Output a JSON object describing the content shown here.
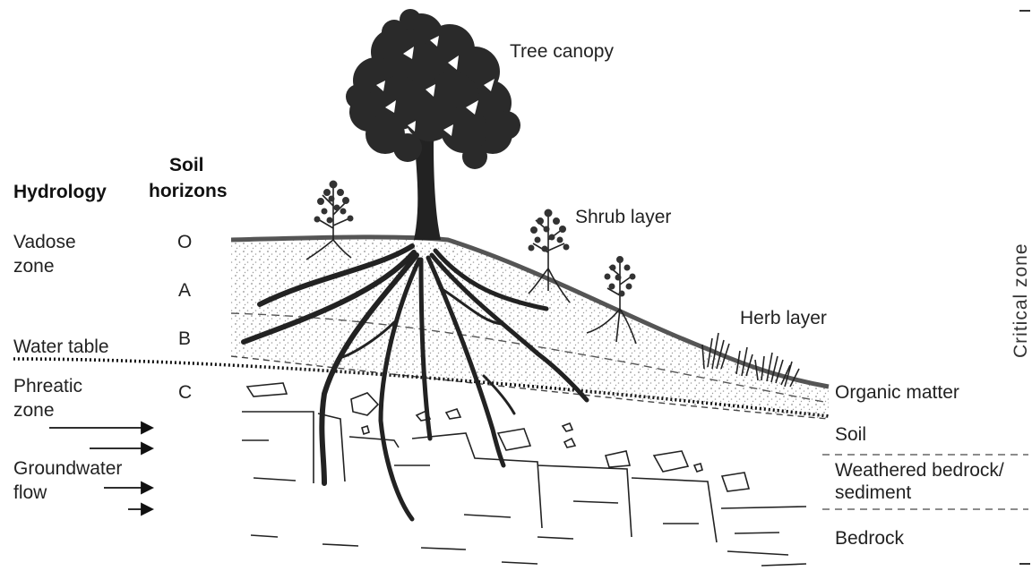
{
  "headers": {
    "hydrology": "Hydrology",
    "soil_1": "Soil",
    "soil_2": "horizons"
  },
  "hydrology": {
    "vadose_1": "Vadose",
    "vadose_2": "zone",
    "water_table": "Water table",
    "phreatic_1": "Phreatic",
    "phreatic_2": "zone",
    "groundwater_1": "Groundwater",
    "groundwater_2": "flow"
  },
  "horizons": {
    "o": "O",
    "a": "A",
    "b": "B",
    "c": "C"
  },
  "vegetation": {
    "tree_canopy": "Tree canopy",
    "shrub_layer": "Shrub layer",
    "herb_layer": "Herb layer"
  },
  "layers": {
    "organic_matter": "Organic matter",
    "soil": "Soil",
    "weathered_1": "Weathered bedrock/",
    "weathered_2": "sediment",
    "bedrock": "Bedrock"
  },
  "side": {
    "critical_zone": "Critical zone"
  },
  "colors": {
    "ink": "#222222",
    "surface": "#555555",
    "stipple": "#9a9a9a"
  }
}
